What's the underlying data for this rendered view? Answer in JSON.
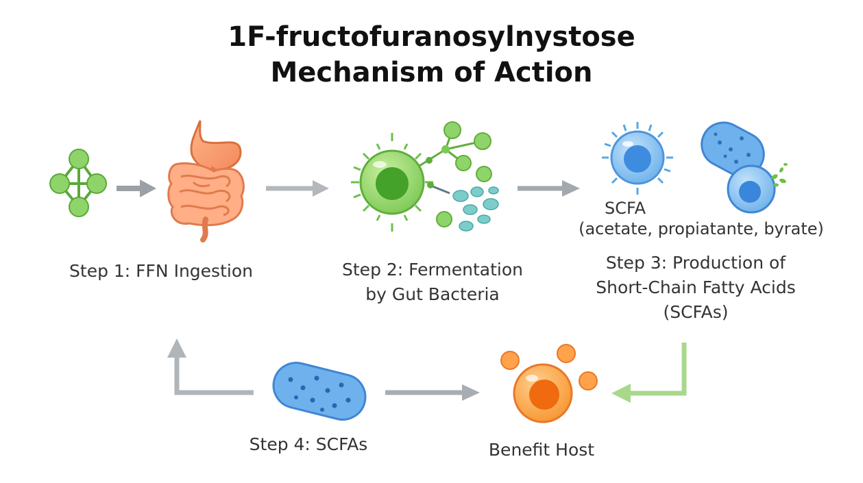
{
  "title": {
    "line1": "1F-fructofuranosylnystose",
    "line2": "Mechanism of Action"
  },
  "steps": {
    "step1": {
      "label": "Step 1: FFN Ingestion"
    },
    "step2": {
      "line1": "Step 2: Fermentation",
      "line2": "by Gut Bacteria"
    },
    "step3": {
      "scfa_title": "SCFA",
      "scfa_list": "(acetate, propiatante, byrate)",
      "line1": "Step 3: Production of",
      "line2": "Short-Chain Fatty Acids",
      "line3": "(SCFAs)"
    },
    "step4": {
      "label": "Step 4: SCFAs"
    },
    "benefit": {
      "label": "Benefit Host"
    }
  },
  "icons": {
    "molecule": "ffn-molecule-icon",
    "digestive": "digestive-system-icon",
    "bacterium": "gut-bacterium-icon",
    "scfa_cell": "scfa-cell-icon",
    "host_cell": "host-cell-icon"
  },
  "colors": {
    "green": "#6cc04a",
    "green_light": "#a6dc7f",
    "orange": "#f58a2e",
    "blue": "#4f93dc",
    "teal": "#6ec3c8",
    "arrow_gray": "#a7adb2",
    "arrow_green": "#a8d88c"
  }
}
